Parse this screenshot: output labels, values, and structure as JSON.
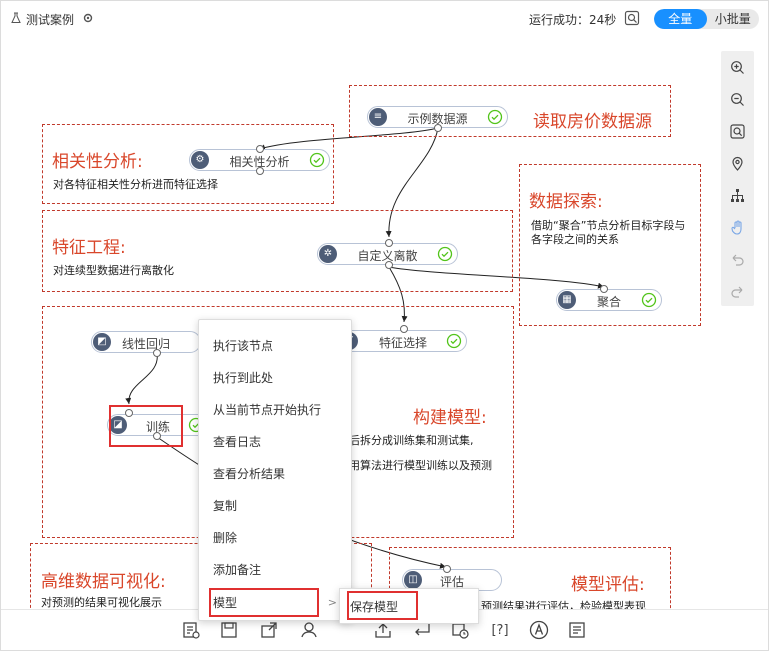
{
  "header": {
    "title": "测试案例",
    "run_status": "运行成功：24秒",
    "toggle": {
      "full": "全量",
      "batch": "小批量",
      "active": "full"
    }
  },
  "colors": {
    "accent": "#1890ff",
    "region_border": "#c0392b",
    "region_title": "#d9472b",
    "node_icon": "#4e5d77",
    "check": "#52c41a",
    "highlight": "#e03030"
  },
  "regions": {
    "read_data": {
      "title": "读取房价数据源"
    },
    "correlation": {
      "title": "相关性分析:",
      "desc": "对各特征相关性分析进而特征选择"
    },
    "explore": {
      "title": "数据探索:",
      "desc": "借助“聚合”节点分析目标字段与各字段之间的关系"
    },
    "feature_eng": {
      "title": "特征工程:",
      "desc": "对连续型数据进行离散化"
    },
    "build_model": {
      "title": "构建模型:",
      "desc1": "后拆分成训练集和测试集,",
      "desc2": "用算法进行模型训练以及预测"
    },
    "visualize": {
      "title": "高维数据可视化:",
      "desc": "对预测的结果可视化展示"
    },
    "evaluate": {
      "title": "模型评估:",
      "desc": "预测结果进行评估，检验模型表现"
    }
  },
  "nodes": {
    "sample_source": {
      "label": "示例数据源",
      "icon": "database-icon"
    },
    "correlation": {
      "label": "相关性分析",
      "icon": "network-icon"
    },
    "custom_discrete": {
      "label": "自定义离散",
      "icon": "gears-icon"
    },
    "aggregate": {
      "label": "聚合",
      "icon": "aggregate-icon"
    },
    "linear_reg": {
      "label": "线性回归",
      "icon": "chart-icon"
    },
    "feature_select": {
      "label": "特征选择",
      "icon": "filter-icon"
    },
    "train": {
      "label": "训练",
      "icon": "train-icon"
    },
    "evaluate": {
      "label": "评估",
      "icon": "eval-icon"
    }
  },
  "context_menu": {
    "items": [
      "执行该节点",
      "执行到此处",
      "从当前节点开始执行",
      "查看日志",
      "查看分析结果",
      "复制",
      "删除",
      "添加备注",
      "模型"
    ],
    "submenu_arrow": ">",
    "submenu": [
      "保存模型"
    ]
  },
  "right_toolbar": [
    "zoom-in-icon",
    "zoom-out-icon",
    "fit-view-icon",
    "locate-icon",
    "layout-icon",
    "pan-hand-icon",
    "undo-icon",
    "redo-icon"
  ],
  "bottom_toolbar": {
    "icons": [
      "log-icon",
      "save-icon",
      "export-icon",
      "share-icon",
      "upload-icon",
      "return-icon",
      "schedule-icon",
      "help-icon",
      "auto-icon",
      "doc-icon"
    ],
    "help_text": "[?]"
  }
}
